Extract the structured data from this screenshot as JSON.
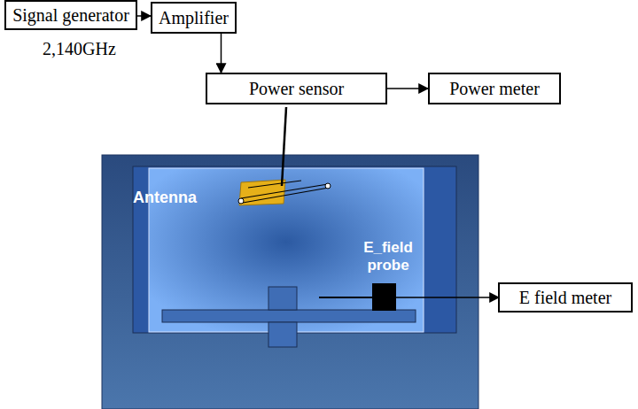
{
  "diagram": {
    "nodes": [
      {
        "text": [
          "Signal generator"
        ]
      },
      {
        "text": [
          "Amplifier"
        ]
      },
      {
        "text": [
          "Power sensor"
        ]
      },
      {
        "text": [
          "Power meter"
        ]
      },
      {
        "text": [
          "E field meter"
        ]
      }
    ],
    "edges": [
      {
        "from": 0,
        "to": 1,
        "arrow": "to"
      },
      {
        "from": 1,
        "to": 2,
        "arrow": "to"
      },
      {
        "from": 2,
        "to": 3,
        "arrow": "to"
      }
    ],
    "labels": [
      "2,140GHz",
      "Antenna",
      "E_field probe"
    ]
  }
}
